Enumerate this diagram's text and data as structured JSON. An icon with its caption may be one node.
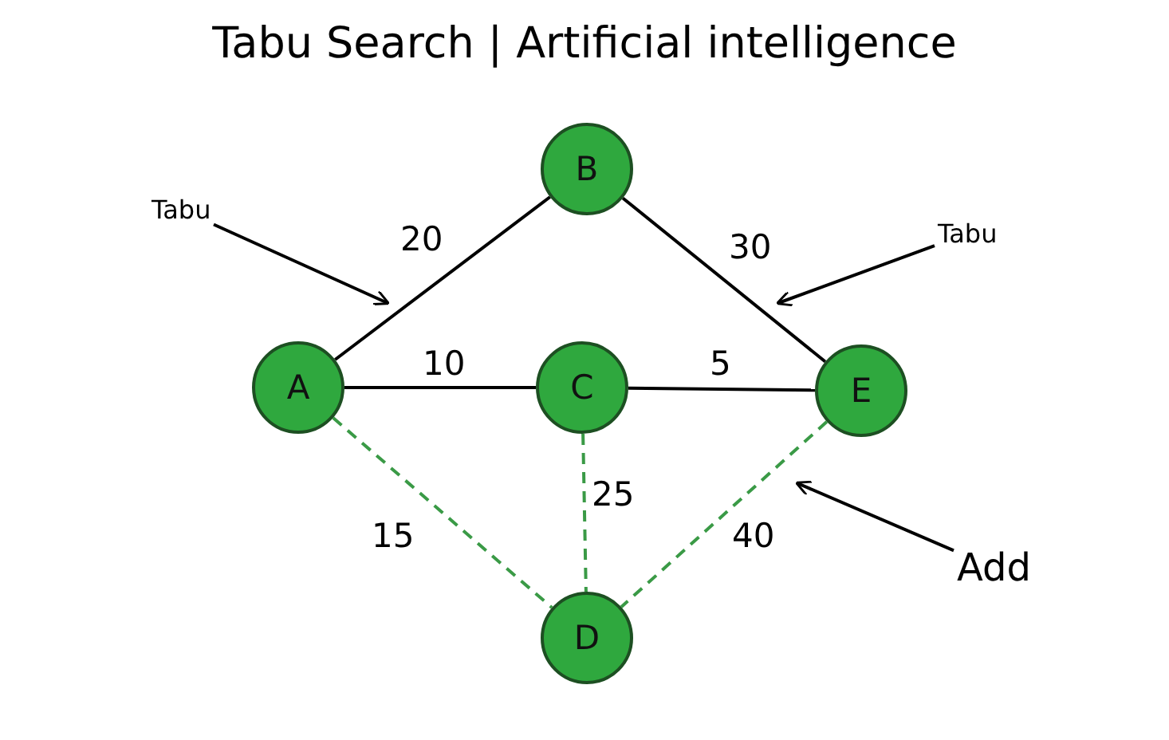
{
  "diagram": {
    "title": "Tabu Search | Artificial intelligence",
    "nodes": [
      {
        "text": [
          "B"
        ]
      },
      {
        "text": [
          "Tabu"
        ]
      },
      {
        "text": [
          "Tabu"
        ]
      },
      {
        "text": [
          "A"
        ]
      },
      {
        "text": [
          "C"
        ]
      },
      {
        "text": [
          "E"
        ]
      },
      {
        "text": [
          "D"
        ]
      },
      {
        "text": [
          "Add"
        ]
      }
    ],
    "edges": [
      {
        "from": 3,
        "to": 0,
        "arrow": "none",
        "label": "20"
      },
      {
        "from": 0,
        "to": 5,
        "arrow": "none",
        "label": "30"
      },
      {
        "from": 3,
        "to": 4,
        "arrow": "none",
        "label": "10"
      },
      {
        "from": 4,
        "to": 5,
        "arrow": "none",
        "label": "5"
      },
      {
        "from": 3,
        "to": 6,
        "arrow": "none",
        "label": "15",
        "style": "dashed",
        "color": "#3a9a46"
      },
      {
        "from": 4,
        "to": 6,
        "arrow": "none",
        "label": "25",
        "style": "dashed",
        "color": "#3a9a46"
      },
      {
        "from": 5,
        "to": 6,
        "arrow": "none",
        "label": "40",
        "style": "dashed",
        "color": "#3a9a46"
      },
      {
        "from": 1,
        "to": null,
        "arrow": "to"
      },
      {
        "from": 2,
        "to": null,
        "arrow": "to"
      },
      {
        "from": 7,
        "to": null,
        "arrow": "to"
      }
    ]
  }
}
